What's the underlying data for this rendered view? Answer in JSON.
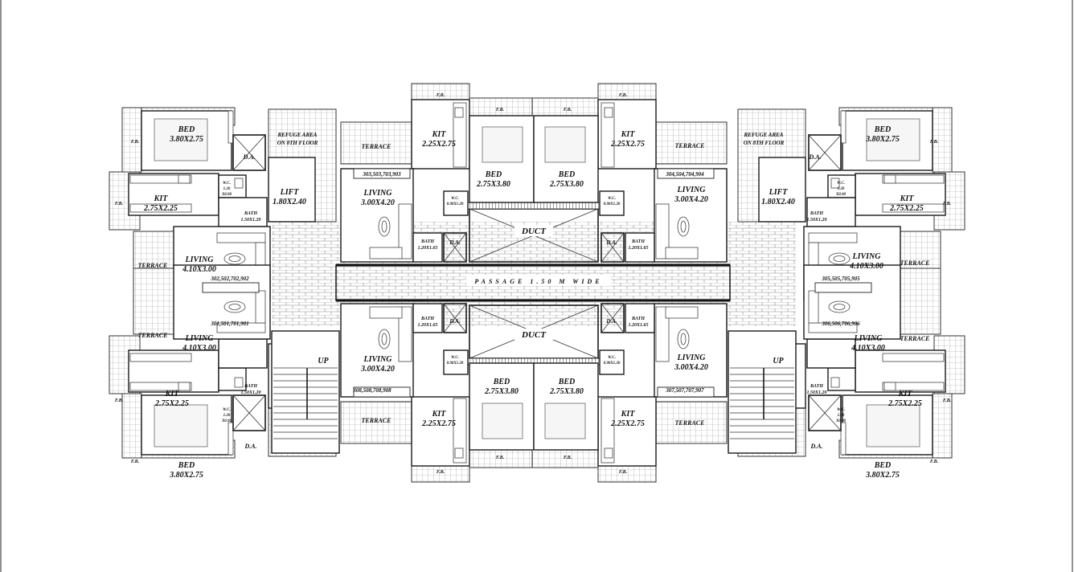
{
  "plan": {
    "passage": "PASSAGE 1.50 M WIDE",
    "duct": "DUCT",
    "up": "UP",
    "refuge": [
      "REFUGE AREA",
      "ON 8TH FLOOR"
    ],
    "lift": [
      "LIFT",
      "1.80X2.40"
    ],
    "fb": "F.B.",
    "da": "D.A.",
    "terrace": "TERRACE",
    "wc": [
      "W.C.",
      "1.20",
      "X0.90"
    ],
    "wc_small": [
      "W.C.",
      "0.90X1.20"
    ],
    "bath_side": [
      "BATH",
      "1.50X1.20"
    ],
    "bath_center": [
      "BATH",
      "1.20X1.65"
    ],
    "kit_side": [
      "KIT",
      "2.75X2.25"
    ],
    "kit_center": [
      "KIT",
      "2.25X2.75"
    ],
    "bed_side": [
      "BED",
      "3.80X2.75"
    ],
    "bed_center": [
      "BED",
      "2.75X3.80"
    ],
    "living_side": [
      "LIVING",
      "4.10X3.00"
    ],
    "living_center": [
      "LIVING",
      "3.00X4.20"
    ],
    "flat_numbers": {
      "top_left_outer": "302,502,702,902",
      "top_left_inner": "303,503,703,903",
      "top_right_inner": "304,504,704,904",
      "top_right_outer": "305,505,705,905",
      "bottom_left_outer": "301,501,701,901",
      "bottom_left_inner": "308,508,708,908",
      "bottom_right_inner": "307,507,707,907",
      "bottom_right_outer": "306,506,706,906"
    }
  }
}
